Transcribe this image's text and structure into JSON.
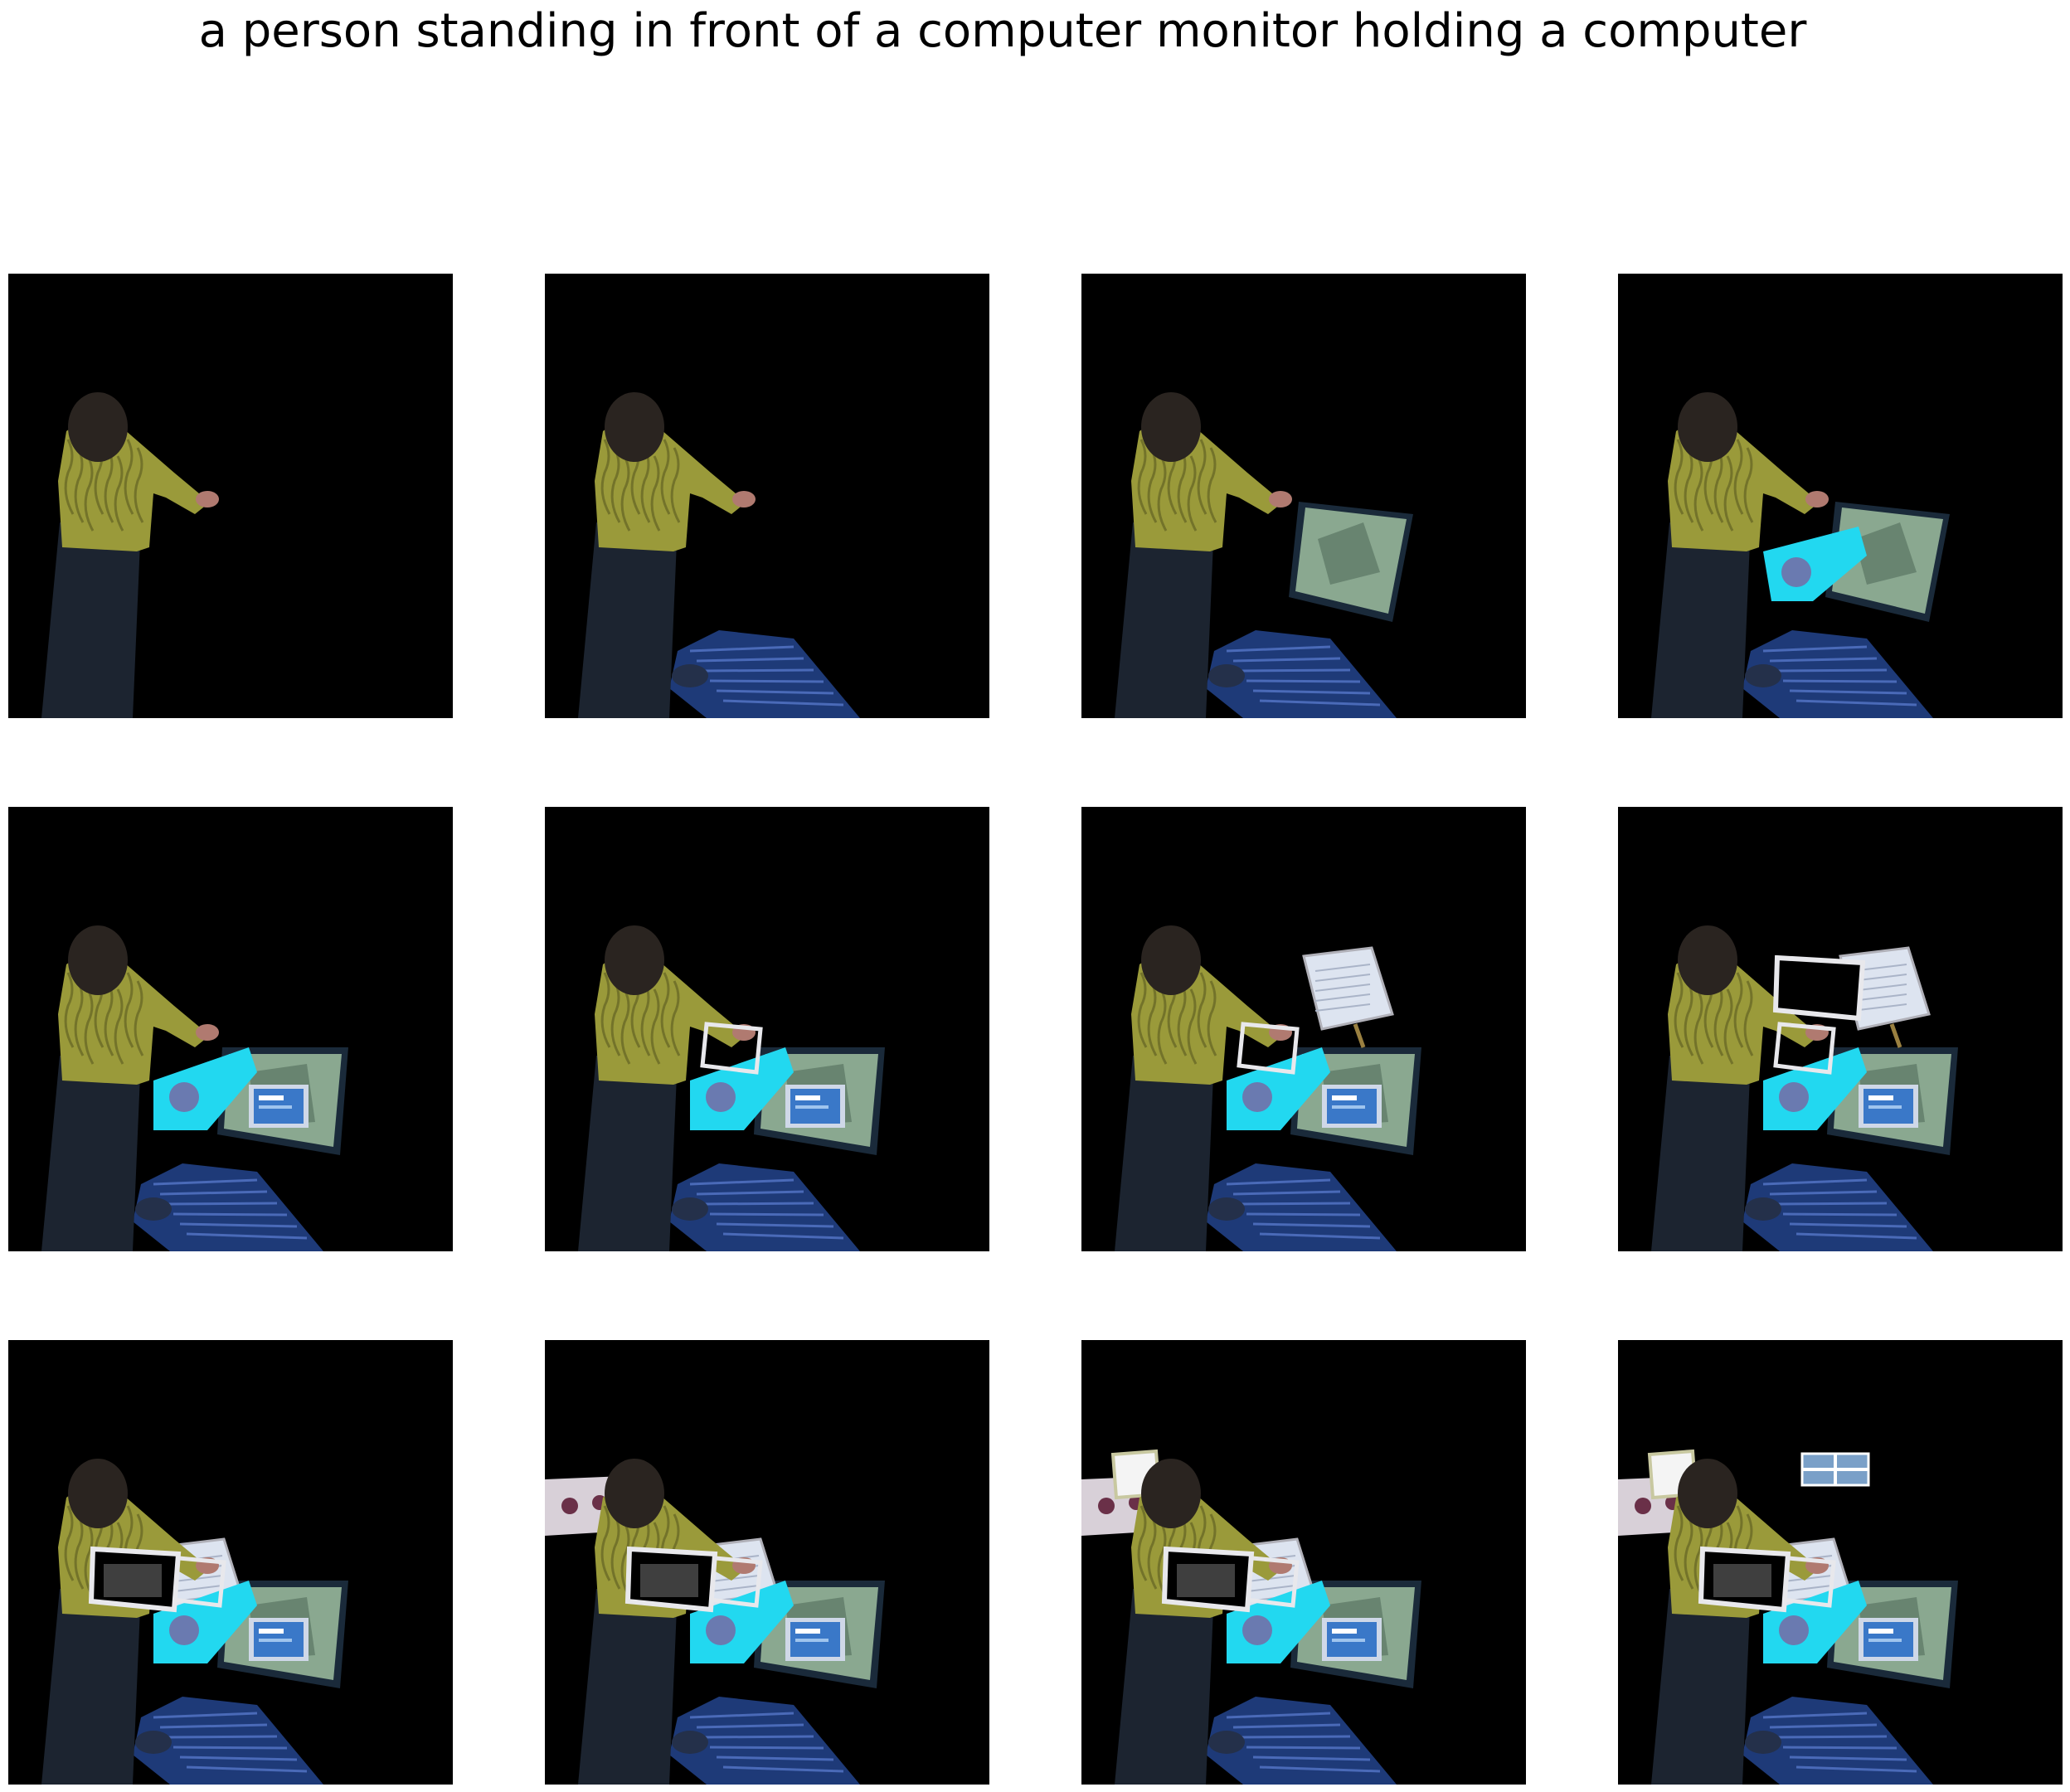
{
  "figure": {
    "title": "a person standing in front of a computer monitor holding a computer"
  },
  "colors": {
    "background": "#ffffff",
    "panel_background": "#000000",
    "shirt": "#9a9a3a",
    "jeans": "#1c2430",
    "hair": "#2a2420",
    "keyboard": "#1e3a78",
    "cyan_screen": "#22d8f0",
    "landscape_screen": "#8aa890",
    "blue_ui_screen": "#3a78c8",
    "white_frame": "#e8e8ec",
    "document_screen": "#dde4f0",
    "device_body": "#d8d0d8"
  },
  "panels": [
    {
      "layers": [
        "person"
      ]
    },
    {
      "layers": [
        "person",
        "keyboard"
      ]
    },
    {
      "layers": [
        "person",
        "keyboard",
        "monitor-landscape"
      ]
    },
    {
      "layers": [
        "person",
        "keyboard",
        "monitor-landscape",
        "cyan-screen"
      ]
    },
    {
      "layers": [
        "person",
        "keyboard",
        "monitor-landscape",
        "cyan-screen",
        "blue-ui-screen"
      ]
    },
    {
      "layers": [
        "person",
        "keyboard",
        "monitor-landscape",
        "cyan-screen",
        "blue-ui-screen",
        "white-frame"
      ]
    },
    {
      "layers": [
        "person",
        "keyboard",
        "monitor-landscape",
        "cyan-screen",
        "blue-ui-screen",
        "white-frame",
        "document-monitor"
      ]
    },
    {
      "layers": [
        "person",
        "keyboard",
        "monitor-landscape",
        "cyan-screen",
        "blue-ui-screen",
        "white-frame",
        "document-monitor",
        "black-frame-monitor"
      ]
    },
    {
      "layers": [
        "person",
        "keyboard",
        "monitor-landscape",
        "cyan-screen",
        "blue-ui-screen",
        "white-frame",
        "document-monitor",
        "black-frame-monitor"
      ]
    },
    {
      "layers": [
        "person",
        "keyboard",
        "monitor-landscape",
        "cyan-screen",
        "blue-ui-screen",
        "white-frame",
        "document-monitor",
        "black-frame-monitor",
        "white-device"
      ]
    },
    {
      "layers": [
        "person",
        "keyboard",
        "monitor-landscape",
        "cyan-screen",
        "blue-ui-screen",
        "white-frame",
        "document-monitor",
        "black-frame-monitor",
        "white-device",
        "small-white-screen"
      ]
    },
    {
      "layers": [
        "person",
        "keyboard",
        "monitor-landscape",
        "cyan-screen",
        "blue-ui-screen",
        "white-frame",
        "document-monitor",
        "black-frame-monitor",
        "white-device",
        "small-white-screen",
        "small-blue-window"
      ]
    }
  ]
}
